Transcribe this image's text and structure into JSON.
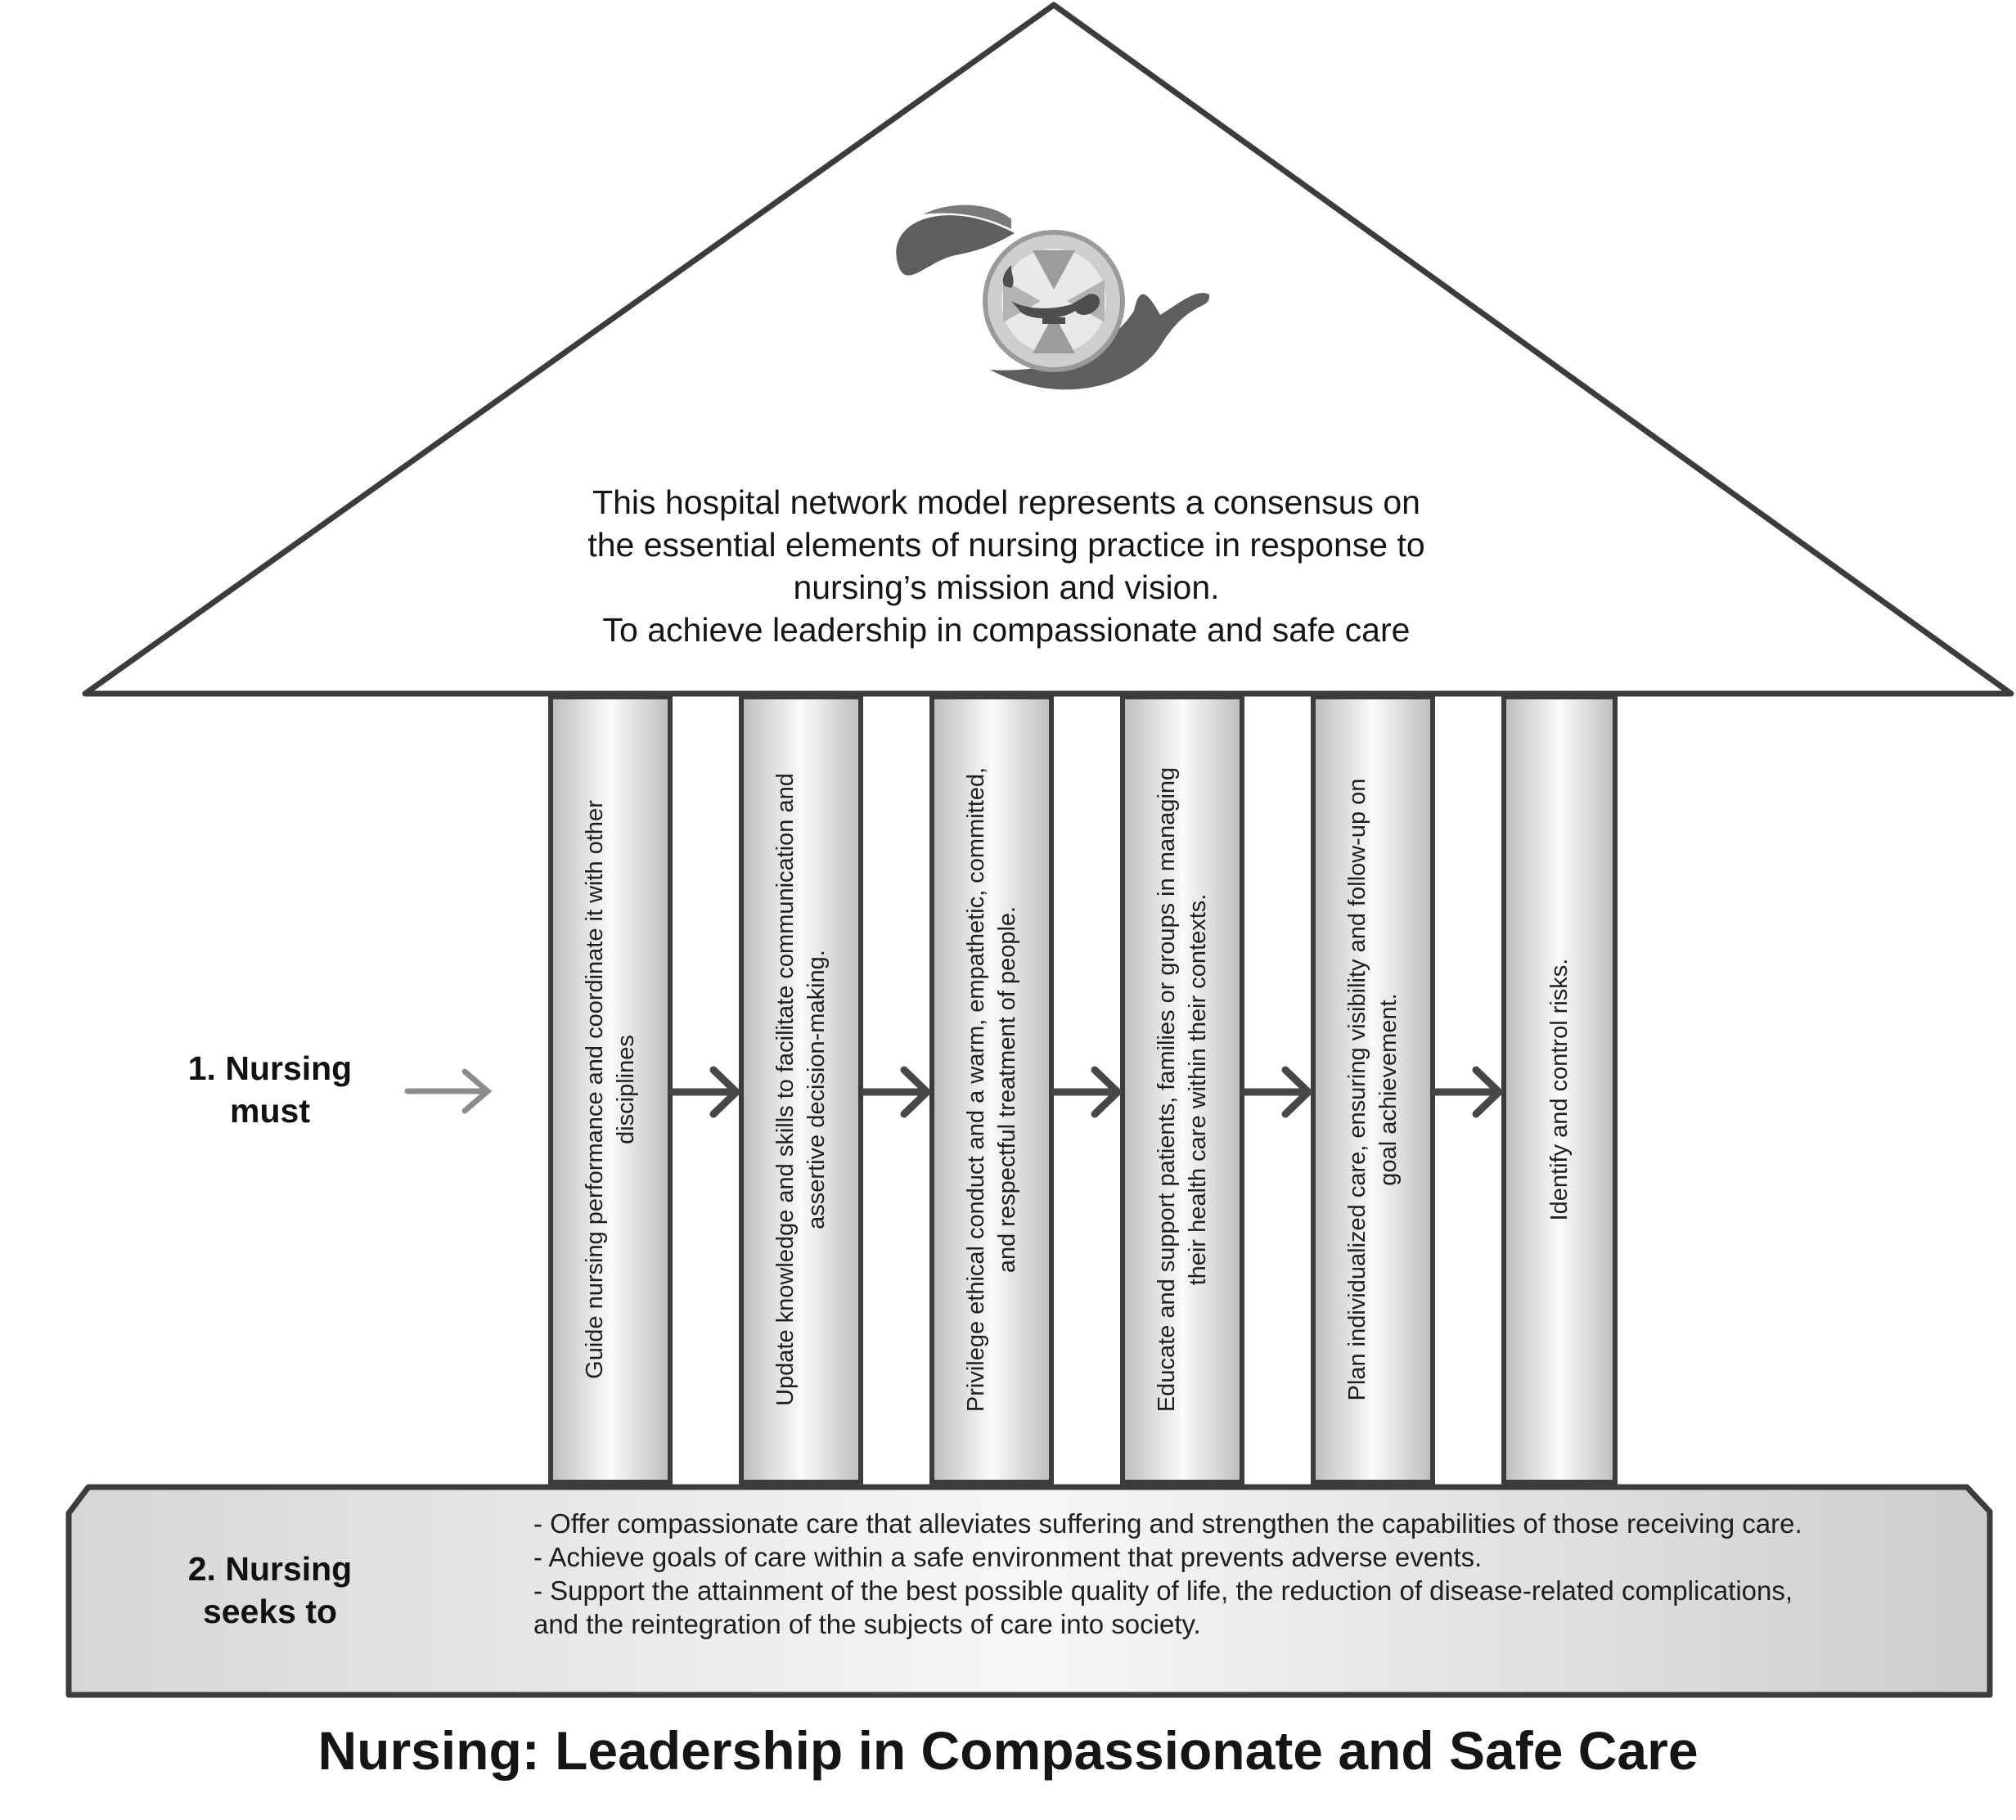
{
  "roof": {
    "lines": [
      "This hospital network model represents a consensus on",
      "the essential elements of nursing practice in response to",
      "nursing’s mission and vision.",
      "To achieve leadership in compassionate and safe care"
    ]
  },
  "pillars": [
    {
      "lines": [
        "Guide nursing performance and coordinate it with other",
        "disciplines"
      ]
    },
    {
      "lines": [
        "Update knowledge and skills to facilitate communication and",
        "assertive decision-making."
      ]
    },
    {
      "lines": [
        "Privilege ethical conduct and a warm, empathetic, committed,",
        "and respectful treatment of people."
      ]
    },
    {
      "lines": [
        "Educate and support patients, families or groups in managing",
        "their health care within their contexts."
      ]
    },
    {
      "lines": [
        "Plan individualized care, ensuring visibility and follow-up on",
        "goal achievement."
      ]
    },
    {
      "lines": [
        "Identify and control risks."
      ]
    }
  ],
  "must_label": {
    "line1": "1. Nursing",
    "line2": "must"
  },
  "seeks_label": {
    "line1": "2. Nursing",
    "line2": "seeks to"
  },
  "base": {
    "items": [
      "- Offer compassionate care that alleviates suffering and strengthen the capabilities of those receiving care.",
      "- Achieve goals of care within a safe environment that prevents adverse events.",
      "- Support the attainment of the best possible quality of life, the reduction of disease-related complications, and the reintegration of the subjects of care into society."
    ]
  },
  "title": "Nursing: Leadership in Compassionate and Safe Care",
  "icons": {
    "logo": "nursing-lamp-hands-logo-icon",
    "arrow": "arrow-right-icon"
  },
  "colors": {
    "outline": "#3c3c3c",
    "pillar_dark": "#bdbdbd",
    "pillar_light": "#fafafa",
    "arrow": "#474747",
    "arrow_light": "#8c8c8c"
  }
}
